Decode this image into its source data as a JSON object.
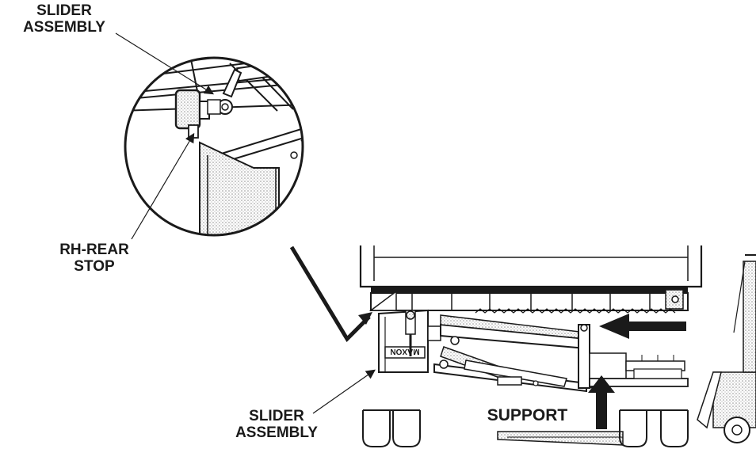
{
  "labels": {
    "slider_top": [
      "SLIDER",
      "ASSEMBLY"
    ],
    "rh_rear_stop": [
      "RH-REAR",
      "STOP"
    ],
    "slider_bottom": [
      "SLIDER",
      "ASSEMBLY"
    ],
    "support": "SUPPORT",
    "brand": "MAXON"
  },
  "colors": {
    "line": "#1a1a1a",
    "shade": "#8a8a8a",
    "stipple": "#b0b0b0",
    "background": "#ffffff"
  }
}
